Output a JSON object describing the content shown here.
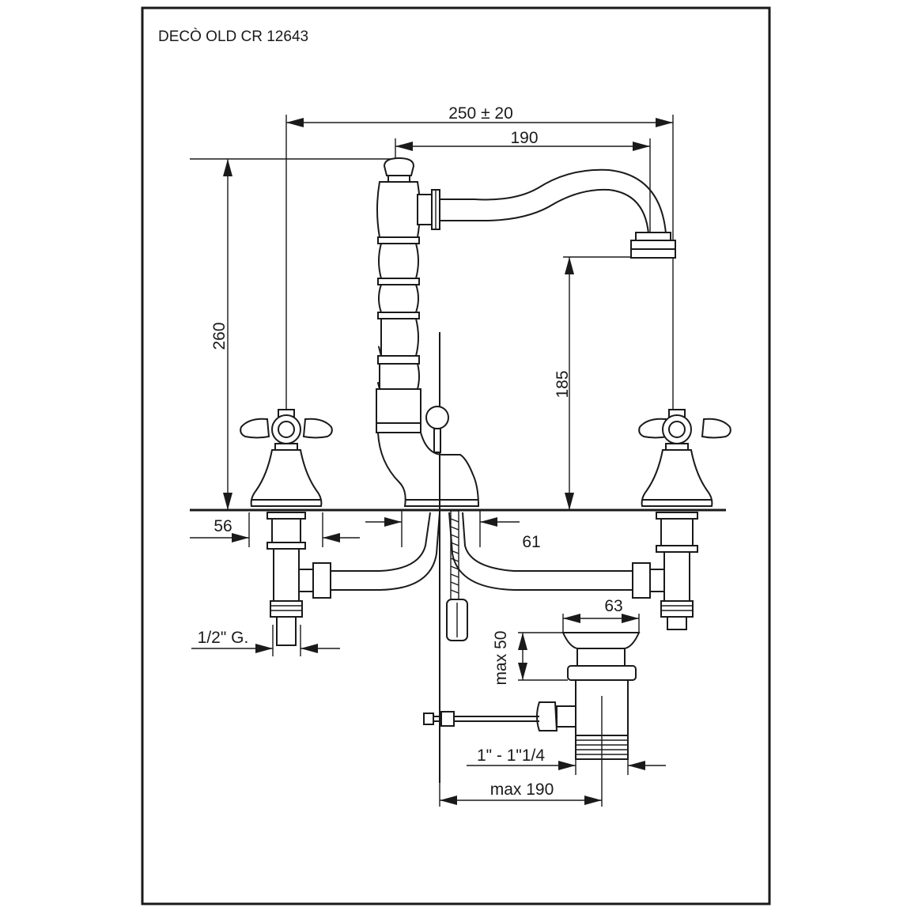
{
  "title": "DECÒ OLD CR 12643",
  "dimensions": {
    "overall_span": "250 ± 20",
    "spout_reach": "190",
    "total_height": "260",
    "spout_height": "185",
    "valve_width": "56",
    "spout_base": "61",
    "inlet_thread": "1/2\" G.",
    "waste_plug": "63",
    "waste_lift": "max 50",
    "waste_thread": "1\" - 1\"1/4",
    "rod_length": "max 190"
  },
  "colors": {
    "ink": "#1a1a1a",
    "paper": "#ffffff"
  }
}
